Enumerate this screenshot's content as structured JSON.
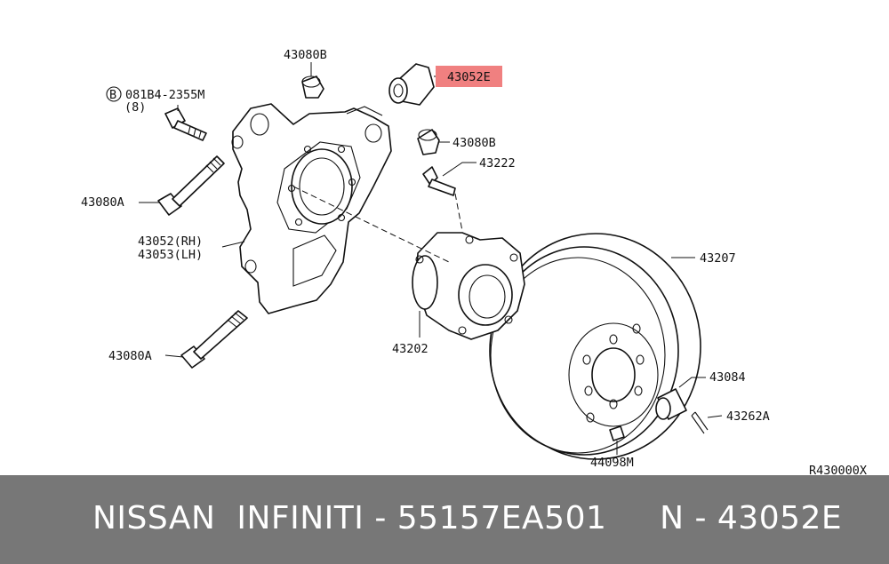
{
  "colors": {
    "highlight": "#f08080",
    "footer_bg": "#777777",
    "footer_text": "#ffffff",
    "line": "#111111"
  },
  "labels": {
    "bolt_top": "081B4-2355M",
    "bolt_top_qty": "(8)",
    "bolt_top_prefix": "B",
    "bushing_upper": "43080B",
    "bushing_highlight": "43052E",
    "bushing_right": "43080B",
    "stud": "43222",
    "bolt_a_upper": "43080A",
    "knuckle_rh": "43052(RH)",
    "knuckle_lh": "43053(LH)",
    "hub": "43202",
    "bolt_a_lower": "43080A",
    "rotor": "43207",
    "cap": "43084",
    "pin": "43262A",
    "plug": "44098M",
    "diagram_code": "R430000X"
  },
  "footer": {
    "text": "NISSAN  INFINITI - 55157EA501     N - 43052E"
  }
}
